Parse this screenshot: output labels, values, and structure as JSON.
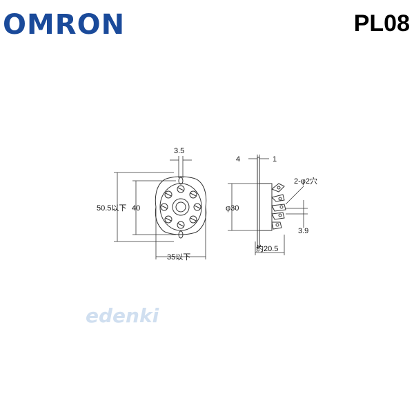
{
  "brand": {
    "logo_text": "OMRON",
    "color": "#1a4a9a"
  },
  "model": {
    "label": "PL08"
  },
  "diagram": {
    "line_color": "#333333",
    "front_view": {
      "dim_top": "3.5",
      "dim_overall_height": "50.5以下",
      "dim_inner_height": "40",
      "dim_width": "35以下"
    },
    "side_view": {
      "dim_left_flange": "4",
      "dim_right_flange": "1",
      "dim_hole": "2-φ2穴",
      "dim_diameter": "φ30",
      "dim_pitch": "3.9",
      "dim_depth": "約20.5"
    }
  },
  "watermark": {
    "text": "edenki",
    "color": "#7aa6d6"
  }
}
